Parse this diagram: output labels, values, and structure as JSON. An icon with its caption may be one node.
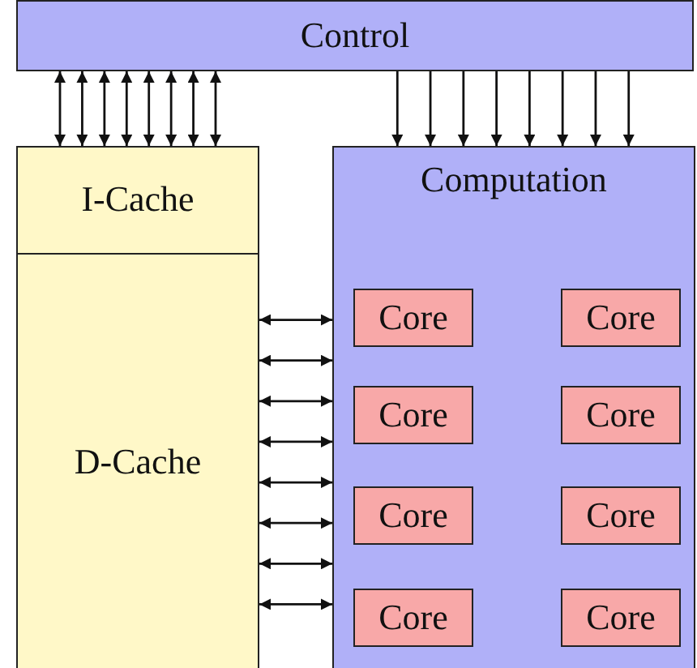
{
  "diagram": {
    "nodes": [
      {
        "text": [
          "Control"
        ]
      },
      {
        "text": [
          "I-Cache"
        ]
      },
      {
        "text": [
          "D-Cache"
        ]
      },
      {
        "text": [
          "Computation"
        ]
      },
      {
        "text": [
          "Core"
        ],
        "in": 3
      },
      {
        "text": [
          "Core"
        ],
        "in": 3
      },
      {
        "text": [
          "Core"
        ],
        "in": 3
      },
      {
        "text": [
          "Core"
        ],
        "in": 3
      },
      {
        "text": [
          "Core"
        ],
        "in": 3
      },
      {
        "text": [
          "Core"
        ],
        "in": 3
      },
      {
        "text": [
          "Core"
        ],
        "in": 3
      },
      {
        "text": [
          "Core"
        ],
        "in": 3
      }
    ],
    "edges": [
      {
        "from": 0,
        "to": 1,
        "arrow": "both"
      },
      {
        "from": 0,
        "to": 1,
        "arrow": "both"
      },
      {
        "from": 0,
        "to": 1,
        "arrow": "both"
      },
      {
        "from": 0,
        "to": 1,
        "arrow": "both"
      },
      {
        "from": 0,
        "to": 1,
        "arrow": "both"
      },
      {
        "from": 0,
        "to": 1,
        "arrow": "both"
      },
      {
        "from": 0,
        "to": 1,
        "arrow": "both"
      },
      {
        "from": 0,
        "to": 1,
        "arrow": "both"
      },
      {
        "from": 0,
        "to": 3,
        "arrow": "to"
      },
      {
        "from": 0,
        "to": 3,
        "arrow": "to"
      },
      {
        "from": 0,
        "to": 3,
        "arrow": "to"
      },
      {
        "from": 0,
        "to": 3,
        "arrow": "to"
      },
      {
        "from": 0,
        "to": 3,
        "arrow": "to"
      },
      {
        "from": 0,
        "to": 3,
        "arrow": "to"
      },
      {
        "from": 0,
        "to": 3,
        "arrow": "to"
      },
      {
        "from": 0,
        "to": 3,
        "arrow": "to"
      },
      {
        "from": 2,
        "to": 3,
        "arrow": "both"
      },
      {
        "from": 2,
        "to": 3,
        "arrow": "both"
      },
      {
        "from": 2,
        "to": 3,
        "arrow": "both"
      },
      {
        "from": 2,
        "to": 3,
        "arrow": "both"
      },
      {
        "from": 2,
        "to": 3,
        "arrow": "both"
      },
      {
        "from": 2,
        "to": 3,
        "arrow": "both"
      },
      {
        "from": 2,
        "to": 3,
        "arrow": "both"
      },
      {
        "from": 2,
        "to": 3,
        "arrow": "both"
      }
    ]
  }
}
